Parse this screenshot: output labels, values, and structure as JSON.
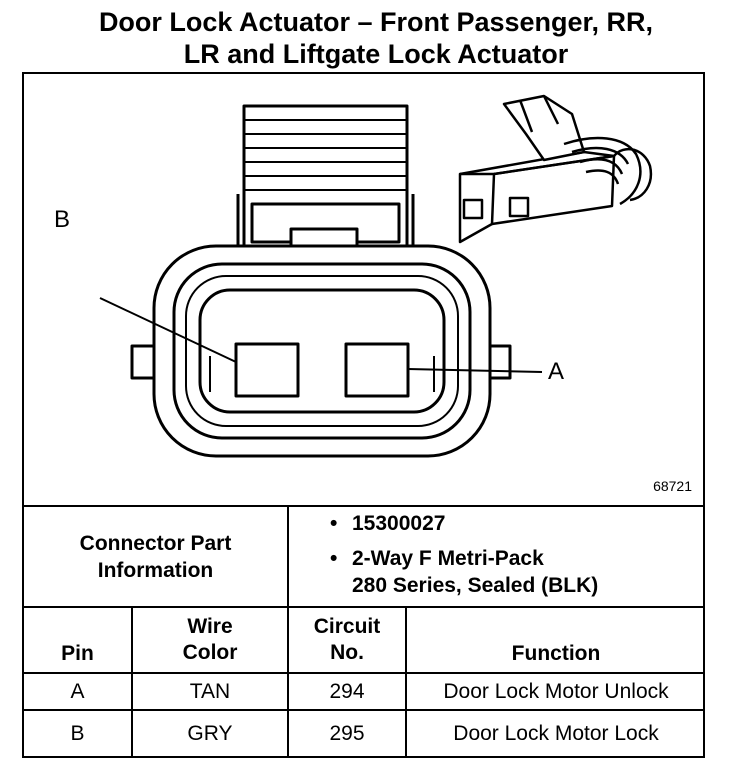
{
  "title": {
    "line1": "Door Lock Actuator – Front Passenger, RR,",
    "line2": "LR and Liftgate Lock Actuator"
  },
  "diagram": {
    "pin_labels": [
      "B",
      "A"
    ],
    "ref_number": "68721"
  },
  "connector_info": {
    "label_line1": "Connector Part",
    "label_line2": "Information",
    "bullets": [
      "15300027",
      "2-Way F Metri-Pack",
      "280 Series, Sealed (BLK)"
    ]
  },
  "table": {
    "headers": {
      "pin": "Pin",
      "wire_line1": "Wire",
      "wire_line2": "Color",
      "circuit_line1": "Circuit",
      "circuit_line2": "No.",
      "function": "Function"
    },
    "rows": [
      {
        "pin": "A",
        "color": "TAN",
        "circuit": "294",
        "function": "Door Lock Motor Unlock"
      },
      {
        "pin": "B",
        "color": "GRY",
        "circuit": "295",
        "function": "Door Lock Motor Lock"
      }
    ]
  }
}
